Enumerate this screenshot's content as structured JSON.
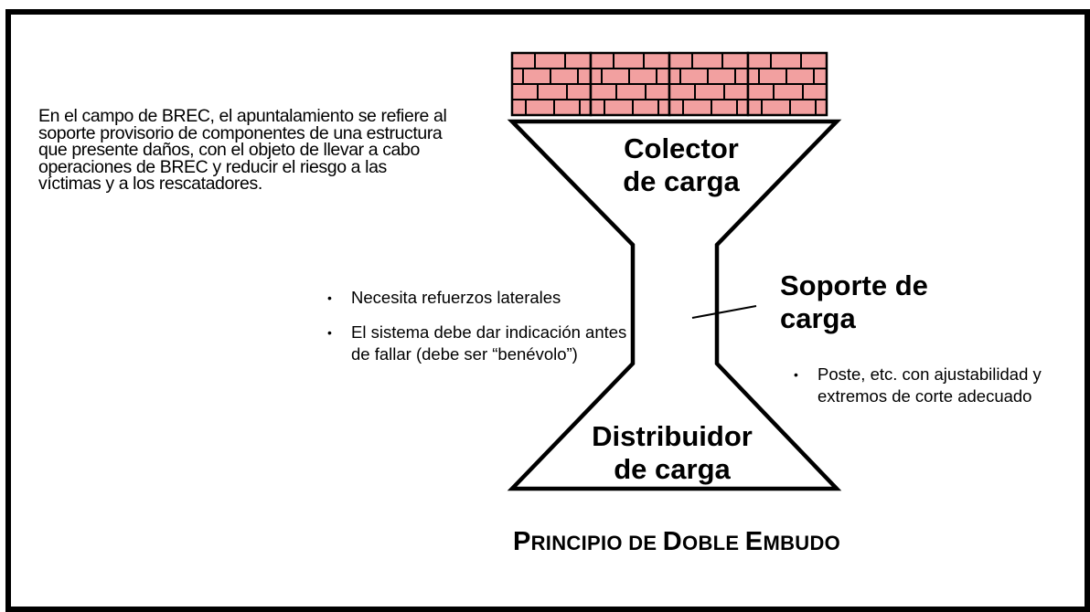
{
  "intro_text": "En el campo de BREC, el apuntalamiento se refiere al soporte provisorio de componentes de una estructura que presente daños, con el objeto de llevar a cabo operaciones de BREC y reducir el riesgo a las víctimas y a los rescatadores.",
  "funnel": {
    "collector": {
      "line1": "Colector",
      "line2": "de carga"
    },
    "distributor": {
      "line1": "Distribuidor",
      "line2": "de carga"
    },
    "support": {
      "line1": "Soporte de",
      "line2": "carga"
    }
  },
  "left_bullets": [
    "Necesita refuerzos laterales",
    "El sistema debe dar indicación antes de fallar (debe ser “benévolo”)"
  ],
  "right_bullets": [
    "Poste, etc. con ajustabilidad y extremos de corte adecuado"
  ],
  "title": {
    "w1_cap": "P",
    "w1_rest": "RINCIPIO DE ",
    "w2_cap": "D",
    "w2_rest": "OBLE ",
    "w3_cap": "E",
    "w3_rest": "MBUDO"
  },
  "colors": {
    "brick_fill": "#f2a0a0",
    "outline": "#000000"
  },
  "icons": {
    "wall": "brick-wall-icon"
  }
}
